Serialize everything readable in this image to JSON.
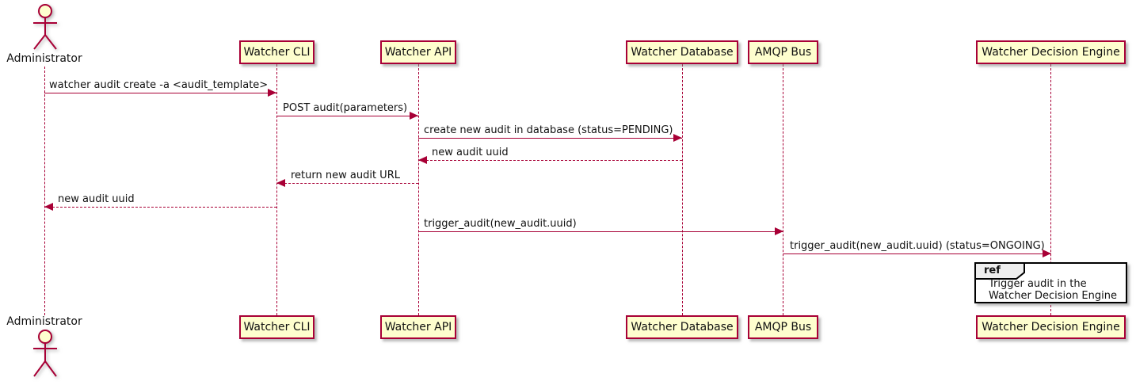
{
  "actor": {
    "name": "Administrator"
  },
  "participants": [
    {
      "label": "Watcher CLI"
    },
    {
      "label": "Watcher API"
    },
    {
      "label": "Watcher Database"
    },
    {
      "label": "AMQP Bus"
    },
    {
      "label": "Watcher Decision Engine"
    }
  ],
  "messages": [
    {
      "from": "Administrator",
      "to": "Watcher CLI",
      "line": "solid",
      "label": "watcher audit create -a <audit_template>"
    },
    {
      "from": "Watcher CLI",
      "to": "Watcher API",
      "line": "solid",
      "label": "POST audit(parameters)"
    },
    {
      "from": "Watcher API",
      "to": "Watcher Database",
      "line": "solid",
      "label": "create new audit in database (status=PENDING)"
    },
    {
      "from": "Watcher Database",
      "to": "Watcher API",
      "line": "dashed",
      "label": "new audit uuid"
    },
    {
      "from": "Watcher API",
      "to": "Watcher CLI",
      "line": "dashed",
      "label": "return new audit URL"
    },
    {
      "from": "Watcher CLI",
      "to": "Administrator",
      "line": "dashed",
      "label": "new audit uuid"
    },
    {
      "from": "Watcher API",
      "to": "AMQP Bus",
      "line": "solid",
      "label": "trigger_audit(new_audit.uuid)"
    },
    {
      "from": "AMQP Bus",
      "to": "Watcher Decision Engine",
      "line": "solid",
      "label": "trigger_audit(new_audit.uuid) (status=ONGOING)"
    }
  ],
  "ref": {
    "keyword": "ref",
    "line1": "Trigger audit in the",
    "line2": "Watcher Decision Engine"
  },
  "colors": {
    "line": "#A80036",
    "participant_fill": "#FEFECE",
    "participant_border": "#A80036",
    "ref_border": "#000000",
    "ref_tag_fill": "#EEEEEE",
    "background": "#FFFFFF"
  }
}
